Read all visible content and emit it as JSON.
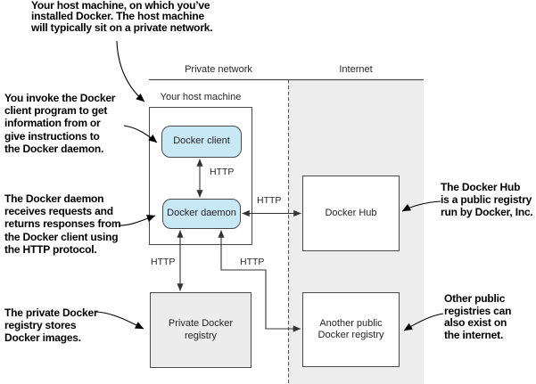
{
  "headers": {
    "private_network": "Private network",
    "internet": "Internet"
  },
  "host_label": "Your host machine",
  "nodes": {
    "docker_client": "Docker client",
    "docker_daemon": "Docker daemon",
    "docker_hub": "Docker Hub",
    "private_registry": "Private Docker\nregistry",
    "another_registry": "Another public\nDocker registry"
  },
  "edge_labels": {
    "client_daemon": "HTTP",
    "daemon_hub": "HTTP",
    "daemon_private_registry": "HTTP",
    "daemon_another_registry": "HTTP"
  },
  "annotations": {
    "host": "Your host machine, on which you’ve\ninstalled Docker. The host machine\nwill typically sit on a private network.",
    "client": "You invoke the Docker\nclient program to get\ninformation from or\ngive instructions to\nthe Docker daemon.",
    "daemon": "The Docker daemon\nreceives requests and\nreturns responses from\nthe Docker client using\nthe HTTP protocol.",
    "private_registry": "The private Docker\nregistry stores\nDocker images.",
    "docker_hub": "The Docker Hub\nis a public registry\nrun by Docker, Inc.",
    "other_registries": "Other public\nregistries can\nalso exist on\nthe internet."
  },
  "colors": {
    "node_fill": "#c8e8f6",
    "internet_region_fill": "#ededed",
    "private_registry_fill": "#ececec",
    "line": "#333333",
    "border": "#4a4a4a"
  }
}
